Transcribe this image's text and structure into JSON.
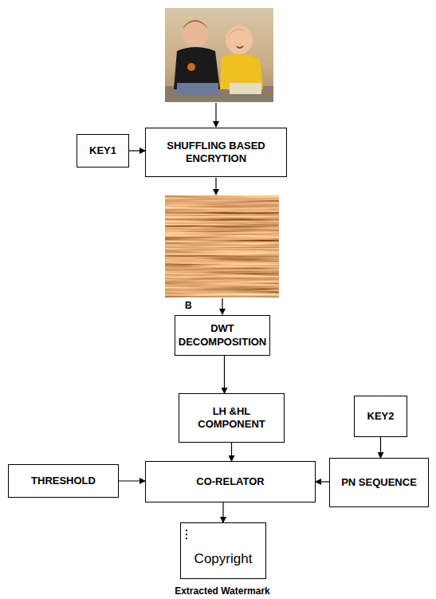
{
  "diagram": {
    "nodes": [
      {
        "text": [
          "KEY1"
        ]
      },
      {
        "text": [
          "SHUFFLING BASED ENCRYTION"
        ]
      },
      {
        "text": [
          "DWT DECOMPOSITION"
        ]
      },
      {
        "text": [
          "LH &HL COMPONENT"
        ]
      },
      {
        "text": [
          "KEY2"
        ]
      },
      {
        "text": [
          "THRESHOLD"
        ]
      },
      {
        "text": [
          "CO-RELATOR"
        ]
      },
      {
        "text": [
          "PN SEQUENCE"
        ]
      },
      {
        "text": [
          "Copyright"
        ]
      }
    ],
    "edges": [
      {
        "from": 0,
        "to": 1,
        "arrow": "to"
      },
      {
        "from": 2,
        "to": 3,
        "arrow": "to"
      },
      {
        "from": 3,
        "to": 6,
        "arrow": "to"
      },
      {
        "from": 4,
        "to": 7,
        "arrow": "to"
      },
      {
        "from": 5,
        "to": 6,
        "arrow": "to"
      },
      {
        "from": 7,
        "to": 6,
        "arrow": "to"
      },
      {
        "from": 6,
        "to": 8,
        "arrow": "to"
      }
    ],
    "labels": [
      "B",
      "Extracted Watermark"
    ]
  }
}
